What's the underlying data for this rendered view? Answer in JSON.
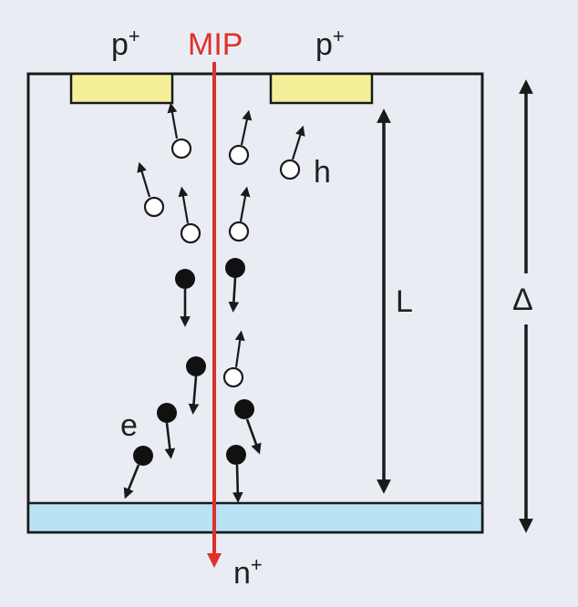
{
  "labels": {
    "p_plus_left": "p",
    "p_plus_right": "p",
    "n_plus": "n",
    "plus": "+",
    "mip": "MIP",
    "hole": "h",
    "electron": "e",
    "length": "L",
    "thickness": "Δ"
  },
  "colors": {
    "background": "#e9edf3",
    "detector_outline": "#1a1a1a",
    "p_implant": "#f6ef9a",
    "n_implant": "#b7e3f4",
    "mip_track": "#e0302b",
    "carrier": "#111111",
    "hole_fill": "#ffffff"
  },
  "icons": {
    "hole": "open-circle-with-up-arrow",
    "electron": "filled-circle-with-down-arrow"
  }
}
